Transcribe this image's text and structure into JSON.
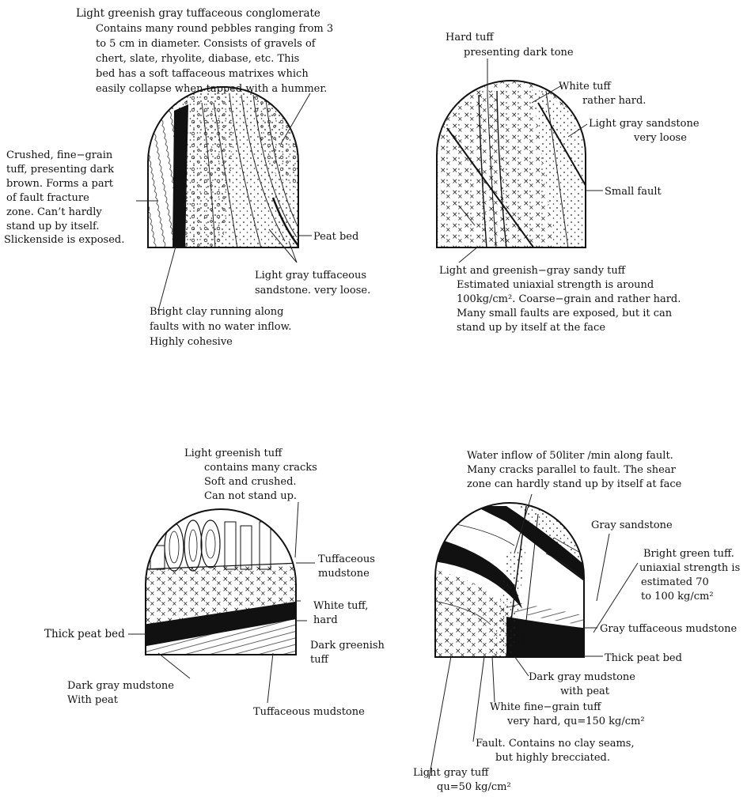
{
  "panel1": {
    "conglomerate": [
      "Light greenish gray tuffaceous conglomerate",
      "Contains many round pebbles ranging from 3",
      "to 5 cm in diameter. Consists of gravels of",
      "chert, slate, rhyolite, diabase, etc. This",
      "bed has a soft taffaceous matrixes which",
      "easily collapse when tapped with a hummer."
    ],
    "crushed_tuff": [
      "Crushed, fine−grain",
      "tuff, presenting dark",
      "brown. Forms a part",
      "of fault fracture",
      "zone. Can’t hardly",
      "stand up by itself.",
      "Slickenside is exposed."
    ],
    "peat": "Peat bed",
    "sandstone": [
      "Light gray tuffaceous",
      "sandstone. very loose."
    ],
    "clay": [
      "Bright clay running along",
      "faults with no water inflow.",
      "Highly cohesive"
    ]
  },
  "panel2": {
    "hard_tuff": [
      "Hard tuff",
      "presenting dark tone"
    ],
    "white_tuff": [
      "White tuff",
      "rather hard."
    ],
    "sandstone": [
      "Light gray sandstone",
      "very loose"
    ],
    "small_fault": "Small fault",
    "sandy_tuff": [
      "Light and greenish−gray sandy tuff",
      "Estimated uniaxial strength is around",
      "100kg/cm². Coarse−grain and rather hard.",
      "Many small faults are exposed, but it can",
      "stand up by itself at the face"
    ]
  },
  "panel3": {
    "greenish_tuff": [
      "Light greenish tuff",
      "contains many cracks",
      "Soft and crushed.",
      "Can not stand up."
    ],
    "tuff_mudstone_top": [
      "Tuffaceous",
      "mudstone"
    ],
    "white_tuff": [
      "White tuff,",
      "hard"
    ],
    "thick_peat": "Thick peat bed",
    "dark_greenish": [
      "Dark greenish",
      "tuff"
    ],
    "dark_gray_mud": [
      "Dark gray mudstone",
      "With peat"
    ],
    "tuff_mudstone_bottom": "Tuffaceous mudstone"
  },
  "panel4": {
    "water": [
      "Water inflow of 50liter /min along fault.",
      "Many cracks parallel to fault. The shear",
      "zone can hardly stand up by itself at face"
    ],
    "gray_sandstone": "Gray sandstone",
    "bright_green": [
      "Bright green tuff.",
      "uniaxial strength is",
      "estimated 70",
      "to 100 kg/cm²"
    ],
    "gray_tuff_mud": "Gray tuffaceous mudstone",
    "thick_peat": "Thick peat bed",
    "dark_gray_mud": [
      "Dark gray mudstone",
      "with peat"
    ],
    "white_fine": [
      "White fine−grain tuff",
      "very hard, qu=150 kg/cm²"
    ],
    "fault": [
      "Fault. Contains no clay seams,",
      "but highly brecciated."
    ],
    "light_gray_tuff": [
      "Light gray tuff",
      "qu=50 kg/cm²"
    ]
  }
}
